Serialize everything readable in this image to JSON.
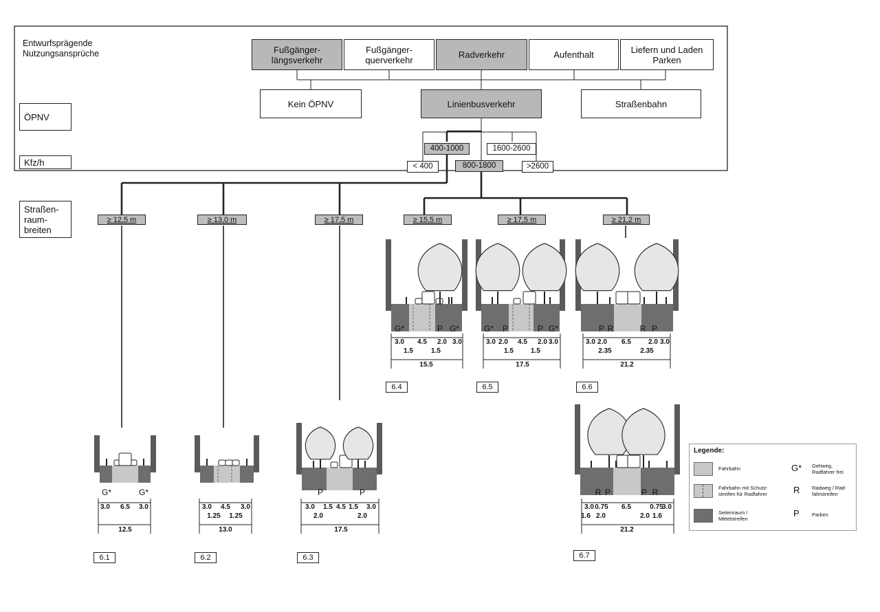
{
  "labels": {
    "entwurf": "Entwurfsprägende\nNutzungsansprüche",
    "oepnv": "ÖPNV",
    "kfz": "Kfz/h",
    "strassen": "Straßen-\nraum-\nbreiten"
  },
  "nutzung": [
    "Fußgänger-\nlängsverkehr",
    "Fußgänger-\nquerverkehr",
    "Radverkehr",
    "Aufenthalt",
    "Liefern und Laden\nParken"
  ],
  "oepnv_boxes": [
    "Kein ÖPNV",
    "Linienbusverkehr",
    "Straßenbahn"
  ],
  "kfz_boxes": [
    "400-1000",
    "1600-2600",
    "< 400",
    "800-1800",
    ">2600"
  ],
  "widths": [
    "≥ 12,5 m",
    "≥ 13,0 m",
    "≥ 17,5 m",
    "≥ 15,5 m",
    "≥ 17,5 m",
    "≥ 21,2 m"
  ],
  "sections": [
    {
      "id": "6.1",
      "markers": [
        "G*",
        "G*"
      ],
      "dims_top": [
        "3.0",
        "6.5",
        "3.0"
      ],
      "dims_mid": [],
      "total": "12.5"
    },
    {
      "id": "6.2",
      "markers": [],
      "dims_top": [
        "3.0",
        "4.5",
        "3.0"
      ],
      "dims_mid": [
        "1.25",
        "1.25"
      ],
      "total": "13.0"
    },
    {
      "id": "6.3",
      "markers": [
        "P",
        "P"
      ],
      "dims_top": [
        "3.0",
        "1.5",
        "4.5",
        "1.5",
        "3.0"
      ],
      "dims_mid": [
        "2.0",
        "2.0"
      ],
      "total": "17.5"
    },
    {
      "id": "6.4",
      "markers": [
        "G*",
        "P",
        "G*"
      ],
      "dims_top": [
        "3.0",
        "4.5",
        "2.0",
        "3.0"
      ],
      "dims_mid": [
        "1.5",
        "1.5"
      ],
      "total": "15.5"
    },
    {
      "id": "6.5",
      "markers": [
        "G*",
        "P",
        "P",
        "G*"
      ],
      "dims_top": [
        "3.0",
        "2.0",
        "4.5",
        "2.0",
        "3.0"
      ],
      "dims_mid": [
        "1.5",
        "1.5"
      ],
      "total": "17.5"
    },
    {
      "id": "6.6",
      "markers": [
        "P",
        "R",
        "R",
        "P"
      ],
      "dims_top": [
        "3.0",
        "2.0",
        "6.5",
        "2.0",
        "3.0"
      ],
      "dims_mid": [
        "2.35",
        "2.35"
      ],
      "total": "21.2"
    },
    {
      "id": "6.7",
      "markers": [
        "R",
        "P",
        "P",
        "R"
      ],
      "dims_top": [
        "3.0",
        "0.75",
        "6.5",
        "0.75",
        "3.0"
      ],
      "dims_mid": [
        "1.6",
        "2.0",
        "2.0",
        "1.6"
      ],
      "total": "21.2"
    }
  ],
  "legend": {
    "title": "Legende:",
    "items": [
      {
        "text": "Fahrbahn",
        "color": "#c8c8c8"
      },
      {
        "text": "Fahrbahn mit Schutz-\nstreifen für Radfahrer",
        "color": "#c8c8c8"
      },
      {
        "text": "Seitenraum /\nMittelstreifen",
        "color": "#6e6e6e"
      }
    ],
    "symbols": [
      {
        "sym": "G*",
        "text": "Gehweg,\nRadfahrer frei"
      },
      {
        "sym": "R",
        "text": "Radweg / Rad-\nfahrstreifen"
      },
      {
        "sym": "P",
        "text": "Parken"
      }
    ]
  }
}
